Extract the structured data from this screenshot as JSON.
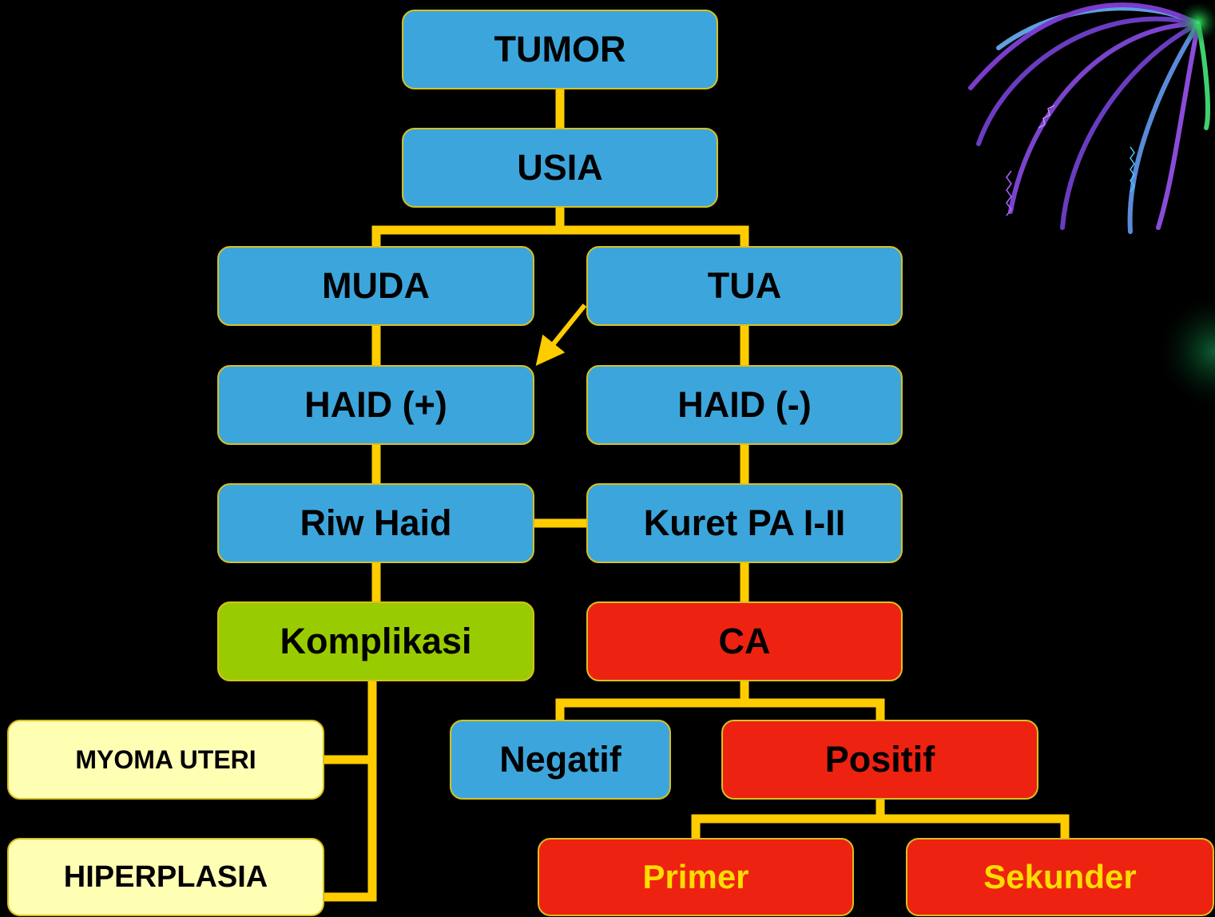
{
  "diagram": {
    "nodes": {
      "tumor": "TUMOR",
      "usia": "USIA",
      "muda": "MUDA",
      "tua": "TUA",
      "haid_pos": "HAID (+)",
      "haid_neg": "HAID (-)",
      "riw_haid": "Riw Haid",
      "kuret": "Kuret PA I-II",
      "komplikasi": "Komplikasi",
      "ca": "CA",
      "myoma": "MYOMA UTERI",
      "hiperplasia": "HIPERPLASIA",
      "negatif": "Negatif",
      "positif": "Positif",
      "primer": "Primer",
      "sekunder": "Sekunder"
    },
    "colors": {
      "background": "#000000",
      "connector": "#ffcc00",
      "blue_node": "#3ca6dc",
      "green_node": "#99cc00",
      "red_node": "#ee2211",
      "cream_node": "#ffffb4",
      "highlight_text": "#ffdd00"
    },
    "decoration": "striped-sphere-ornament"
  }
}
